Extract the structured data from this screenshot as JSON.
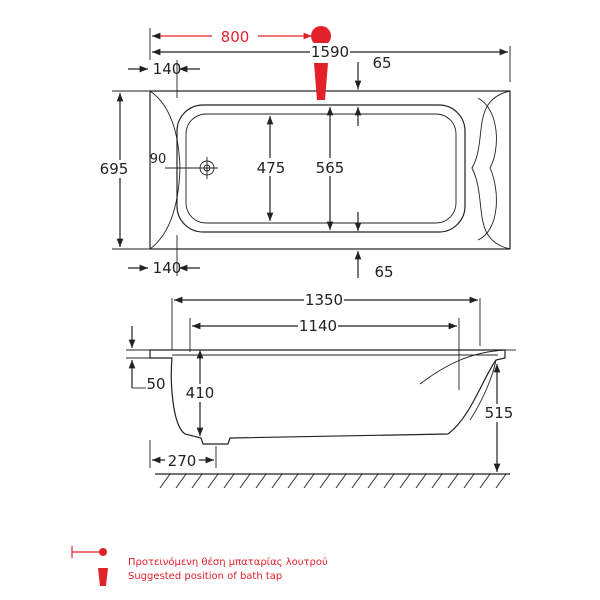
{
  "top_view": {
    "tap_distance": "800",
    "overall_length": "1590",
    "left_top_offset": "140",
    "left_bottom_offset": "140",
    "right_top_offset": "65",
    "right_bottom_offset": "65",
    "overall_width": "695",
    "drain_offset": "90",
    "inner_width_left": "475",
    "inner_width_mid": "565"
  },
  "side_view": {
    "outer_length": "1350",
    "inner_length": "1140",
    "rim_height": "50",
    "inner_depth": "410",
    "total_height": "515",
    "foot_offset": "270"
  },
  "legend": {
    "greek": "Προτεινόμενη θέση μπαταρίας λουτρού",
    "english": "Suggested position of bath tap"
  },
  "colors": {
    "line": "#222222",
    "accent": "#e3212b"
  }
}
